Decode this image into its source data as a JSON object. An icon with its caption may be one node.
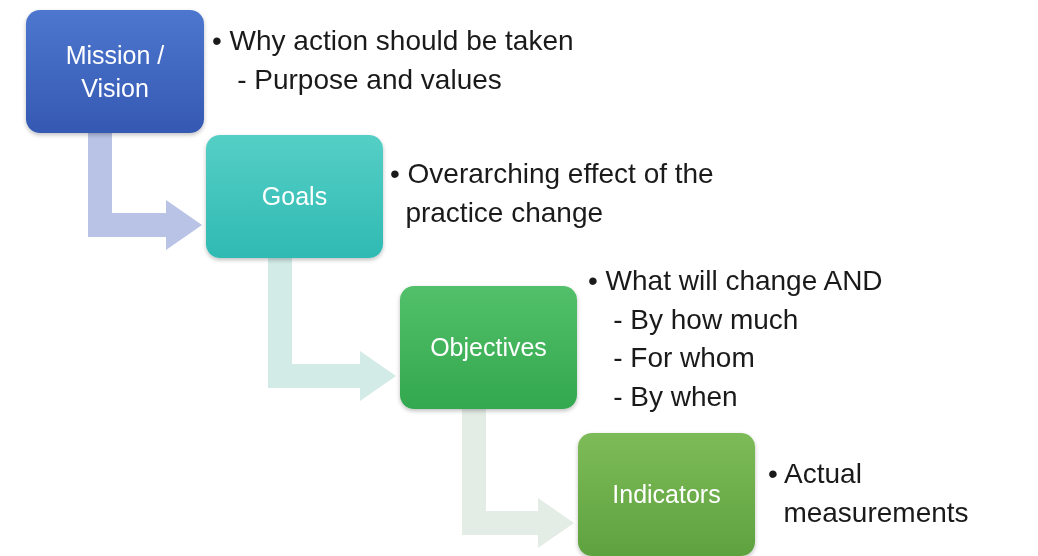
{
  "diagram": {
    "nodes": [
      {
        "text": [
          "Mission / Vision"
        ],
        "beside": [
          "• Why action should be taken",
          "- Purpose and values"
        ]
      },
      {
        "text": [
          "Goals"
        ],
        "beside": [
          "• Overarching effect of the practice change"
        ]
      },
      {
        "text": [
          "Objectives"
        ],
        "beside": [
          "• What will change AND",
          "- By how much",
          "- For whom",
          "- By when"
        ]
      },
      {
        "text": [
          "Indicators"
        ],
        "beside": [
          "• Actual measurements"
        ]
      }
    ],
    "edges": [
      {
        "from": 0,
        "to": 1,
        "arrow": "to",
        "color": "#b8c3e6"
      },
      {
        "from": 1,
        "to": 2,
        "arrow": "to",
        "color": "#d2ebe7"
      },
      {
        "from": 2,
        "to": 3,
        "arrow": "to",
        "color": "#e3ece5"
      }
    ]
  }
}
